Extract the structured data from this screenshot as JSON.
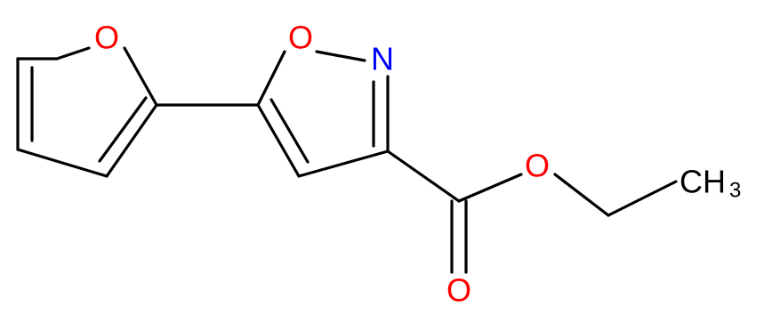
{
  "molecule": {
    "atoms": {
      "furan_o": {
        "symbol": "O",
        "color": "#ff0000"
      },
      "isoxazole_o": {
        "symbol": "O",
        "color": "#ff0000"
      },
      "isoxazole_n": {
        "symbol": "N",
        "color": "#0000ff"
      },
      "ester_o": {
        "symbol": "O",
        "color": "#ff0000"
      },
      "carbonyl_o": {
        "symbol": "O",
        "color": "#ff0000"
      },
      "methyl": {
        "symbol": "CH",
        "subscript": "3",
        "color": "#000000"
      }
    },
    "bond_color": "#000000"
  }
}
